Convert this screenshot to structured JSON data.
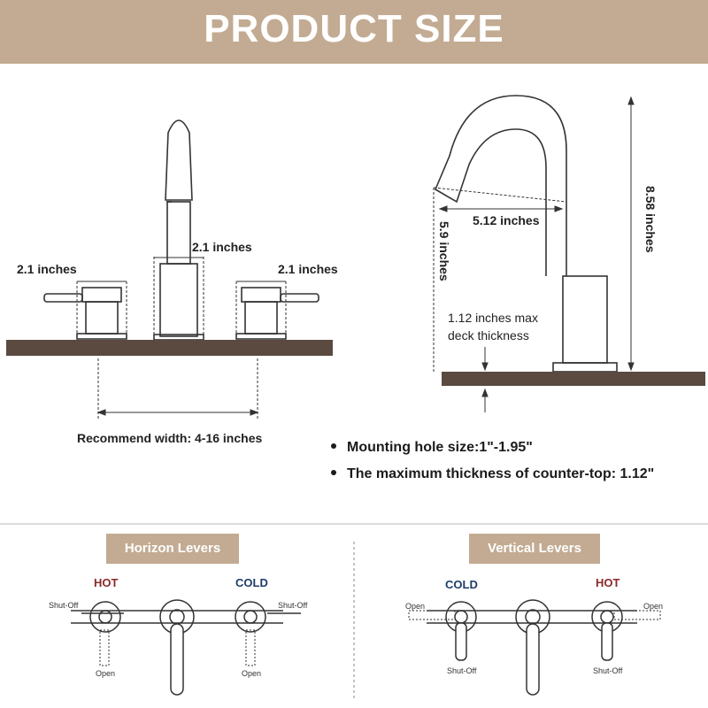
{
  "title": "PRODUCT SIZE",
  "colors": {
    "banner": "#c2ab92",
    "deck": "#5a4a40",
    "hot": "#8a2a2a",
    "cold": "#1f3d6b"
  },
  "left_diagram": {
    "handle_width_left": "2.1 inches",
    "spout_base_width": "2.1 inches",
    "handle_width_right": "2.1 inches",
    "recommend_width": "Recommend width: 4-16 inches"
  },
  "right_diagram": {
    "reach": "5.12 inches",
    "spout_height": "5.9 inches",
    "total_height": "8.58 inches",
    "deck_thickness_line1": "1.12 inches max",
    "deck_thickness_line2": "deck thickness"
  },
  "specs": [
    "Mounting hole size:1\"-1.95\"",
    "The maximum thickness of counter-top: 1.12\""
  ],
  "horizon": {
    "title": "Horizon Levers",
    "hot": "HOT",
    "cold": "COLD",
    "shutoff_left": "Shut-Off",
    "shutoff_right": "Shut-Off",
    "open_left": "Open",
    "open_right": "Open"
  },
  "vertical": {
    "title": "Vertical Levers",
    "cold": "COLD",
    "hot": "HOT",
    "open_left": "Open",
    "open_right": "Open",
    "shutoff_left": "Shut-Off",
    "shutoff_right": "Shut-Off"
  }
}
